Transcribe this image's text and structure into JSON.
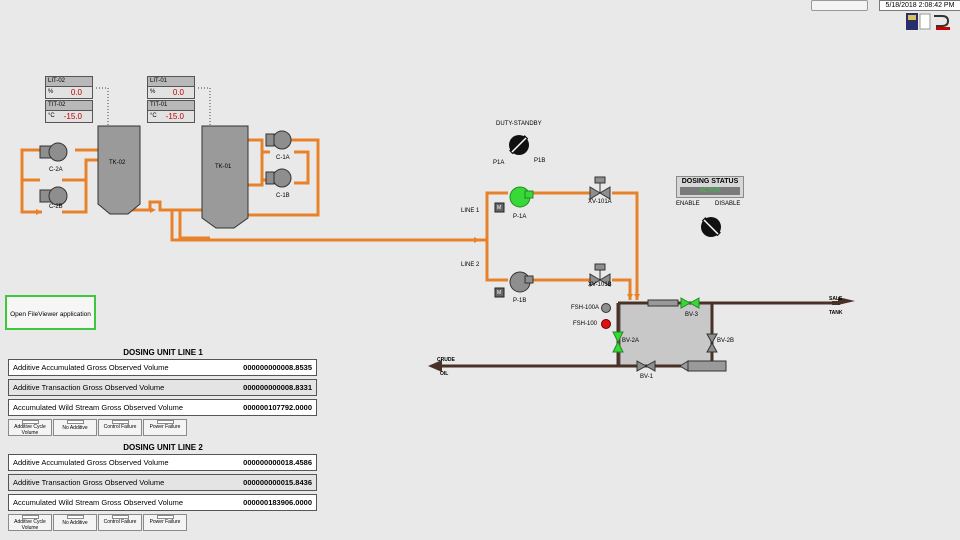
{
  "clock": "5/18/2018 2:08:42 PM",
  "tanks": [
    {
      "name": "TK-02",
      "level_tag": "LIT-02",
      "level_unit": "%",
      "level_value": "0.0",
      "temp_tag": "TIT-02",
      "temp_unit": "°C",
      "temp_value": "-15.0"
    },
    {
      "name": "TK-01",
      "level_tag": "LIT-01",
      "level_unit": "%",
      "level_value": "0.0",
      "temp_tag": "TIT-01",
      "temp_unit": "°C",
      "temp_value": "-15.0"
    }
  ],
  "circ_pumps": [
    "C-2A",
    "C-2B",
    "C-1A",
    "C-1B"
  ],
  "duty_standby": {
    "title": "DUTY-STANDBY",
    "left": "P1A",
    "right": "P1B"
  },
  "lines": {
    "line1": "LINE 1",
    "line2": "LINE 2"
  },
  "pumps": {
    "p1a": "P-1A",
    "p1b": "P-1B",
    "motor": "M"
  },
  "valves": {
    "xv1": "XV-101A",
    "xv2": "XV-101B",
    "bv3": "BV-3",
    "bv2a": "BV-2A",
    "bv2b": "BV-2B",
    "bv1": "BV-1"
  },
  "switches": {
    "fsh1": "FSH-100A",
    "fsh2": "FSH-100"
  },
  "flow": {
    "sale": "SALE",
    "tank": "TANK",
    "crude": "CRUDE",
    "oil": "OIL"
  },
  "dosing_status": {
    "title": "DOSING STATUS",
    "state": "ACTIVE",
    "enable": "ENABLE",
    "disable": "DISABLE"
  },
  "file_viewer_button": "Open FileViewer application",
  "line1": {
    "title": "DOSING UNIT LINE 1",
    "rows": [
      {
        "label": "Additive Accumulated Gross Observed Volume",
        "value": "000000000008.8535"
      },
      {
        "label": "Additive Transaction Gross Observed Volume",
        "value": "000000000008.8331"
      },
      {
        "label": "Accumulated Wild Stream Gross Observed Volume",
        "value": "000000107792.0000"
      }
    ],
    "buttons": [
      "Additive Cycle Volume",
      "No Additive",
      "Control Failure",
      "Power Failure"
    ]
  },
  "line2": {
    "title": "DOSING UNIT LINE 2",
    "rows": [
      {
        "label": "Additive Accumulated Gross Observed Volume",
        "value": "000000000018.4586"
      },
      {
        "label": "Additive Transaction Gross Observed Volume",
        "value": "000000000015.8436"
      },
      {
        "label": "Accumulated Wild Stream Gross Observed Volume",
        "value": "000000183906.0000"
      }
    ],
    "buttons": [
      "Additive Cycle Volume",
      "No Additive",
      "Control Failure",
      "Power Failure"
    ]
  },
  "colors": {
    "additive_pipe": "#e8822a",
    "crude_pipe": "#4a3128",
    "running": "#37d837",
    "alarm": "#e01010",
    "background": "#e9e9e9"
  }
}
